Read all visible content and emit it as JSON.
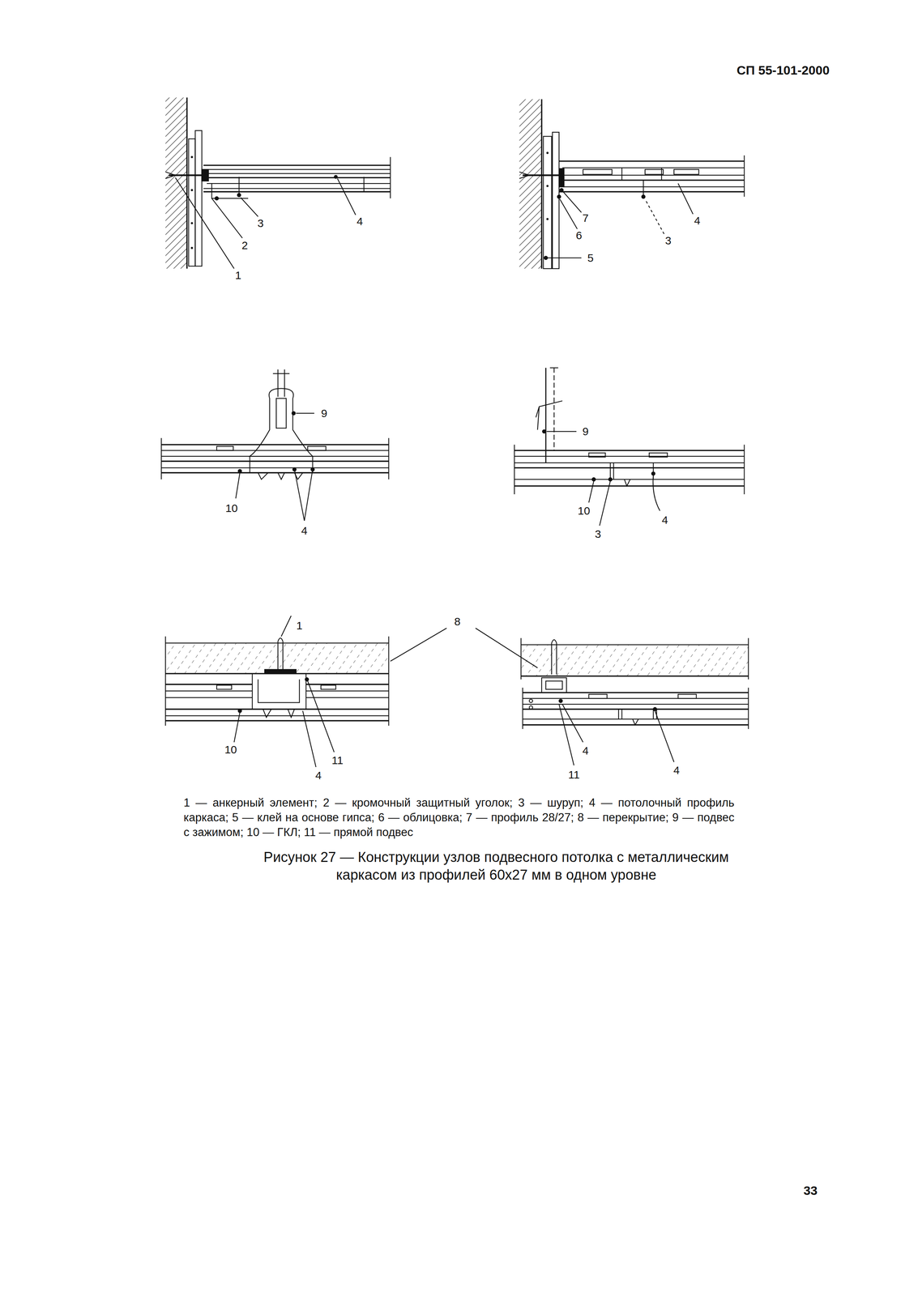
{
  "diagram": {
    "caption": "Рисунок 27 — Конструкции узлов подвесного потолка с металлическим каркасом из профилей 60х27 мм в одном уровне",
    "labels": [
      "СП 55-101-2000",
      "3",
      "4",
      "2",
      "1",
      "7",
      "4",
      "6",
      "3",
      "5",
      "9",
      "10",
      "4",
      "9",
      "10",
      "4",
      "3",
      "1",
      "8",
      "10",
      "11",
      "4",
      "4",
      "11",
      "4",
      "1 — анкерный элемент; 2 — кромочный защитный уголок; 3 — шуруп; 4 — потолочный профиль каркаса; 5 — клей на основе гипса; 6 — облицовка; 7 — профиль 28/27; 8 — перекрытие; 9 — подвес с зажимом; 10 — ГКЛ; 11 — прямой подвес",
      "33"
    ]
  }
}
